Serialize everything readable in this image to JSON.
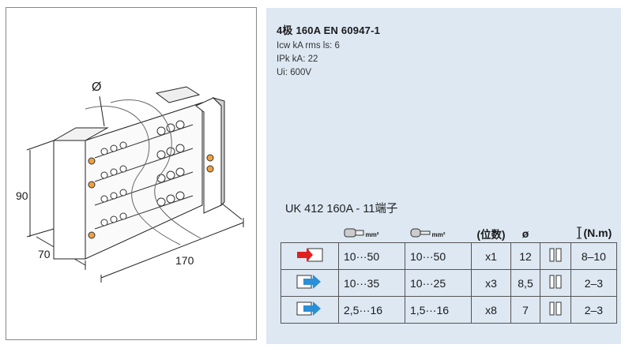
{
  "drawing": {
    "phi_label": "Ø",
    "dim_height": "90",
    "dim_depth": "70",
    "dim_width": "170"
  },
  "spec": {
    "title": "4极 160A  EN 60947-1",
    "lines": [
      "Icw kA rms ls: 6",
      "IPk kA: 22",
      "Ui: 600V"
    ]
  },
  "table": {
    "model_title": "UK 412 160A - 11端子",
    "headers": {
      "unit_a": "mm²",
      "unit_b": "mm²",
      "positions": "(位数)",
      "diameter": "ø",
      "torque": "(N.m)"
    },
    "rows": [
      {
        "icon": "red-arrow-input-icon",
        "range_a": "10···50",
        "range_b": "10···50",
        "count": "x1",
        "diameter": "12",
        "torque": "8–10"
      },
      {
        "icon": "blue-arrow-output-icon",
        "range_a": "10···35",
        "range_b": "10···25",
        "count": "x3",
        "diameter": "8,5",
        "torque": "2–3"
      },
      {
        "icon": "blue-arrow-output-icon",
        "range_a": "2,5···16",
        "range_b": "1,5···16",
        "count": "x8",
        "diameter": "7",
        "torque": "2–3"
      }
    ]
  },
  "colors": {
    "panel_bg": "#dde8f3",
    "arrow_red": "#e02020",
    "arrow_blue": "#2a8fd6"
  }
}
